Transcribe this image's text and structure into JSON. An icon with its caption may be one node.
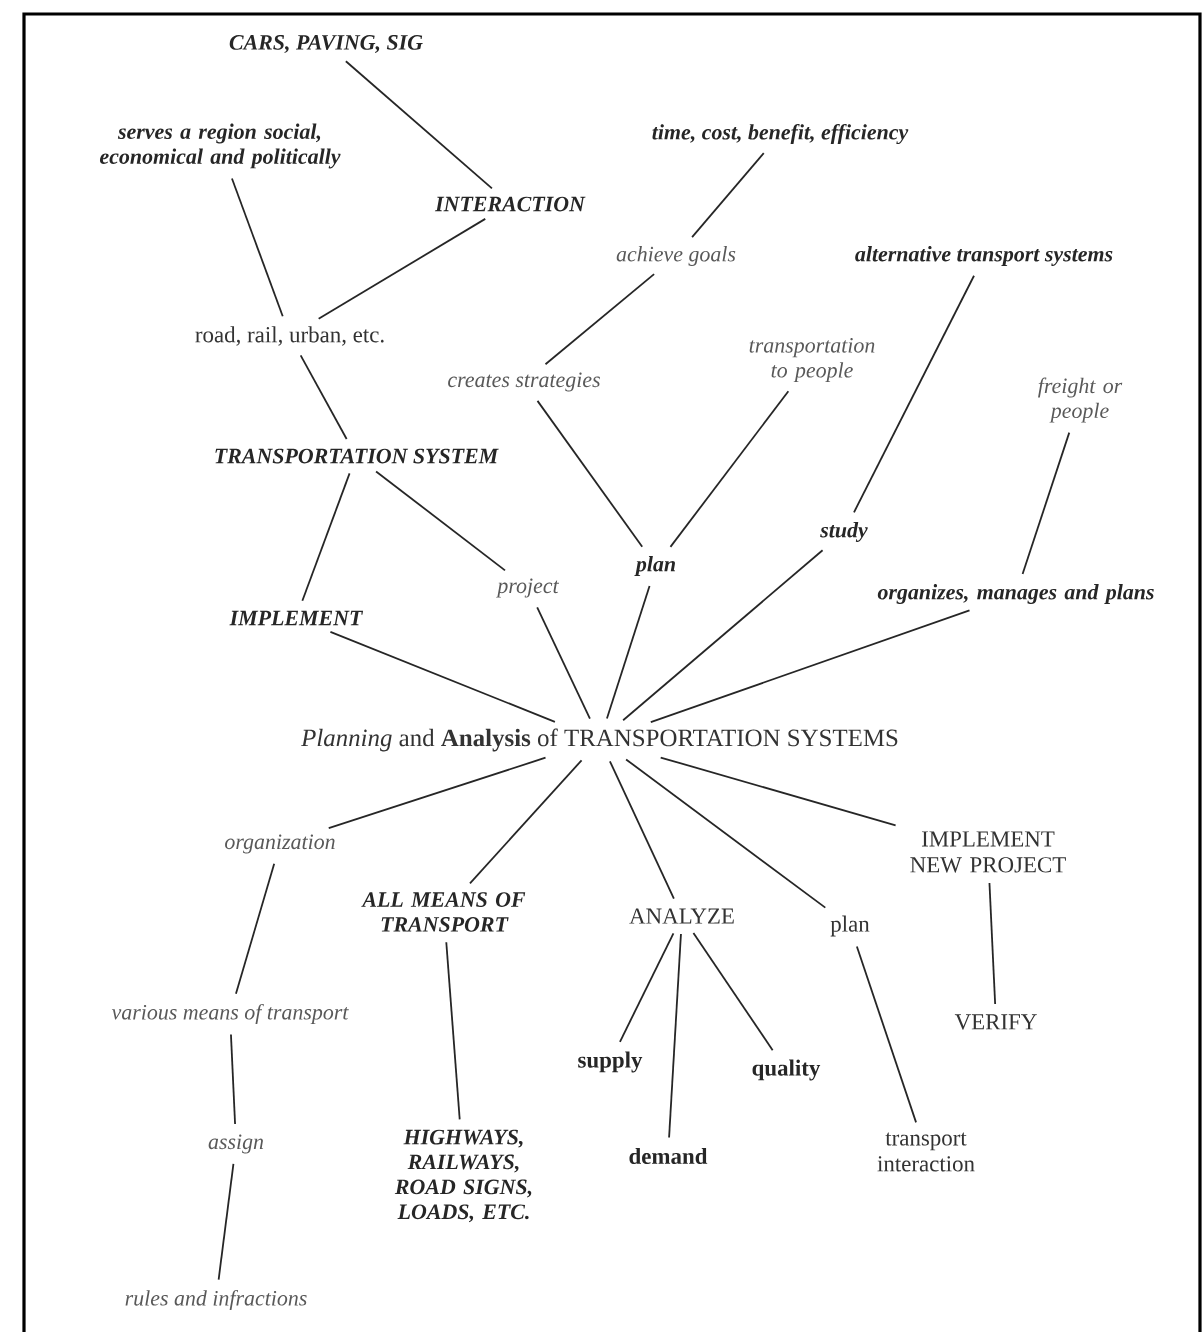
{
  "diagram": {
    "nodes": [
      {
        "text": [
          "CARS, PAVING, SIG"
        ]
      },
      {
        "text": [
          "serves a region social, economical and politically"
        ]
      },
      {
        "text": [
          "INTERACTION"
        ]
      },
      {
        "text": [
          "time, cost, benefit, efficiency"
        ]
      },
      {
        "text": [
          "achieve goals"
        ]
      },
      {
        "text": [
          "road, rail, urban, etc."
        ]
      },
      {
        "text": [
          "alternative transport systems"
        ]
      },
      {
        "text": [
          "creates strategies"
        ]
      },
      {
        "text": [
          "transportation to people"
        ]
      },
      {
        "text": [
          "freight or people"
        ]
      },
      {
        "text": [
          "TRANSPORTATION SYSTEM"
        ]
      },
      {
        "text": [
          "project"
        ]
      },
      {
        "text": [
          "IMPLEMENT"
        ]
      },
      {
        "text": [
          "plan"
        ]
      },
      {
        "text": [
          "study"
        ]
      },
      {
        "text": [
          "organizes, manages and plans"
        ]
      },
      {
        "text": [
          "*Planning* and **Analysis** of TRANSPORTATION SYSTEMS"
        ]
      },
      {
        "text": [
          "organization"
        ]
      },
      {
        "text": [
          "ALL MEANS OF TRANSPORT"
        ]
      },
      {
        "text": [
          "ANALYZE"
        ]
      },
      {
        "text": [
          "plan"
        ]
      },
      {
        "text": [
          "IMPLEMENT NEW PROJECT"
        ]
      },
      {
        "text": [
          "various means of transport"
        ]
      },
      {
        "text": [
          "supply"
        ]
      },
      {
        "text": [
          "quality"
        ]
      },
      {
        "text": [
          "demand"
        ]
      },
      {
        "text": [
          "HIGHWAYS, RAILWAYS, ROAD SIGNS, LOADS, ETC."
        ]
      },
      {
        "text": [
          "transport interaction"
        ]
      },
      {
        "text": [
          "VERIFY"
        ]
      },
      {
        "text": [
          "assign"
        ]
      },
      {
        "text": [
          "rules and infractions"
        ]
      }
    ],
    "edges": [
      {
        "from": 0,
        "to": 2,
        "arrow": "none"
      },
      {
        "from": 1,
        "to": 5,
        "arrow": "none"
      },
      {
        "from": 2,
        "to": 5,
        "arrow": "none"
      },
      {
        "from": 3,
        "to": 4,
        "arrow": "none"
      },
      {
        "from": 4,
        "to": 7,
        "arrow": "none"
      },
      {
        "from": 5,
        "to": 10,
        "arrow": "none"
      },
      {
        "from": 10,
        "to": 12,
        "arrow": "none"
      },
      {
        "from": 10,
        "to": 11,
        "arrow": "none"
      },
      {
        "from": 7,
        "to": 13,
        "arrow": "none"
      },
      {
        "from": 8,
        "to": 13,
        "arrow": "none"
      },
      {
        "from": 6,
        "to": 14,
        "arrow": "none"
      },
      {
        "from": 9,
        "to": 15,
        "arrow": "none"
      },
      {
        "from": 12,
        "to": 16,
        "arrow": "none"
      },
      {
        "from": 11,
        "to": 16,
        "arrow": "none"
      },
      {
        "from": 13,
        "to": 16,
        "arrow": "none"
      },
      {
        "from": 14,
        "to": 16,
        "arrow": "none"
      },
      {
        "from": 15,
        "to": 16,
        "arrow": "none"
      },
      {
        "from": 16,
        "to": 17,
        "arrow": "none"
      },
      {
        "from": 16,
        "to": 18,
        "arrow": "none"
      },
      {
        "from": 16,
        "to": 19,
        "arrow": "none"
      },
      {
        "from": 16,
        "to": 20,
        "arrow": "none"
      },
      {
        "from": 16,
        "to": 21,
        "arrow": "none"
      },
      {
        "from": 17,
        "to": 22,
        "arrow": "none"
      },
      {
        "from": 18,
        "to": 26,
        "arrow": "none"
      },
      {
        "from": 19,
        "to": 23,
        "arrow": "none"
      },
      {
        "from": 19,
        "to": 25,
        "arrow": "none"
      },
      {
        "from": 19,
        "to": 24,
        "arrow": "none"
      },
      {
        "from": 20,
        "to": 27,
        "arrow": "none"
      },
      {
        "from": 21,
        "to": 28,
        "arrow": "none"
      },
      {
        "from": 22,
        "to": 29,
        "arrow": "none"
      },
      {
        "from": 29,
        "to": 30,
        "arrow": "none"
      }
    ]
  }
}
